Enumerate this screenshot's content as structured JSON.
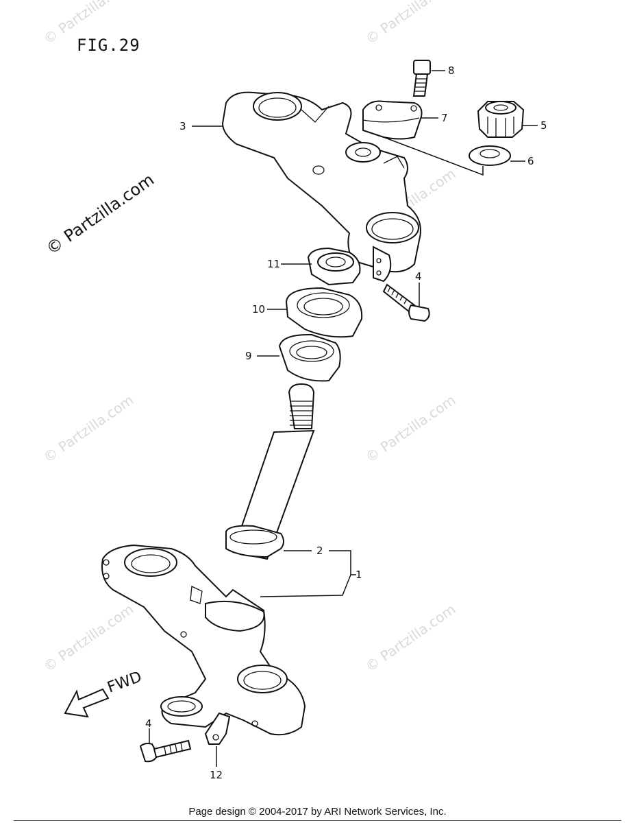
{
  "figure": {
    "title": "FIG.29"
  },
  "watermark": {
    "text": "© Partzilla.com"
  },
  "direction": {
    "label": "FWD"
  },
  "callouts": [
    "1",
    "2",
    "3",
    "4",
    "5",
    "6",
    "7",
    "8",
    "9",
    "10",
    "11",
    "12"
  ],
  "footer": {
    "text": "Page design © 2004-2017 by ARI Network Services, Inc."
  },
  "colors": {
    "line": "#111111",
    "watermark": "#d9d9d9",
    "background": "#ffffff"
  }
}
